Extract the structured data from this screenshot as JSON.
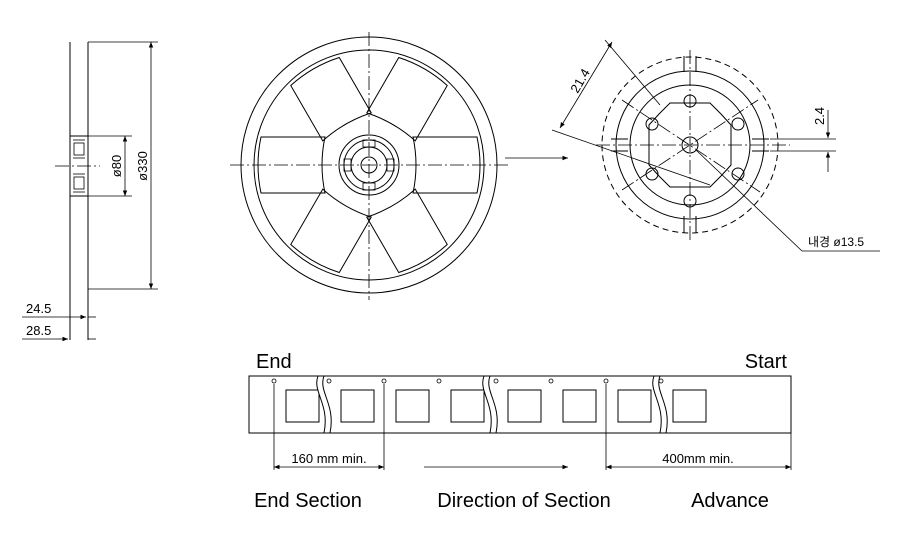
{
  "side_view": {
    "dia_hub": "ø80",
    "dia_reel": "ø330",
    "width_inner": "24.5",
    "width_outer": "28.5"
  },
  "hub_detail": {
    "dim_diagonal": "21.4",
    "dim_slot": "2.4",
    "inner_dia_label": "내경 ø13.5"
  },
  "tape": {
    "end_label": "End",
    "start_label": "Start",
    "end_length": "160 mm min.",
    "start_length": "400mm min.",
    "end_section": "End Section",
    "direction": "Direction of Section",
    "advance": "Advance"
  }
}
